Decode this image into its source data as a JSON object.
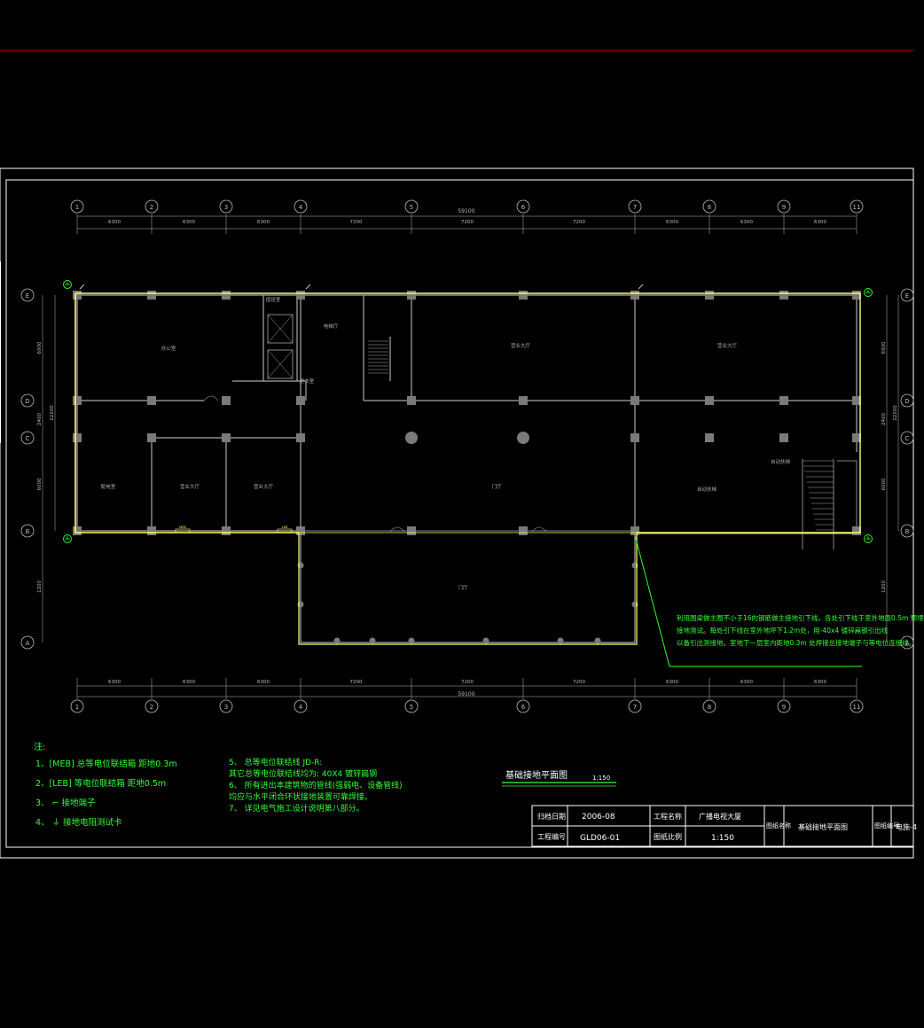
{
  "colors": {
    "background": "#000000",
    "frame": "#ffffff",
    "wall": "#a8a8a8",
    "column": "#7a7a7a",
    "grounding": "#ffff66",
    "annotation": "#33ff33",
    "top_rule": "#cc0000",
    "axis": "#bbbbbb"
  },
  "axes": {
    "top_labels": [
      "1",
      "2",
      "3",
      "4",
      "5",
      "6",
      "7",
      "8",
      "9",
      "11"
    ],
    "bottom_labels": [
      "1",
      "2",
      "3",
      "4",
      "5",
      "6",
      "7",
      "8",
      "9",
      "11"
    ],
    "side_labels": [
      "E",
      "D",
      "C",
      "B",
      "A"
    ],
    "top_dims": [
      "6300",
      "6300",
      "6300",
      "7200",
      "7200",
      "7200",
      "6300",
      "6300",
      "6300"
    ],
    "bottom_dims": [
      "6300",
      "6300",
      "6300",
      "7200",
      "7200",
      "7200",
      "6300",
      "6300",
      "6300"
    ],
    "total_top": "59100",
    "total_bottom": "59100",
    "left_dims": [
      "6900",
      "2400",
      "6000",
      "1200"
    ],
    "left_total": "22200",
    "right_dims": [
      "6900",
      "2400",
      "6000",
      "1200"
    ],
    "right_total": "22200"
  },
  "rooms": [
    {
      "label": "办公室"
    },
    {
      "label": "电梯厅"
    },
    {
      "label": "营业大厅"
    },
    {
      "label": "营业大厅"
    },
    {
      "label": "值班室"
    },
    {
      "label": "更衣室"
    },
    {
      "label": "配电室"
    },
    {
      "label": "营业大厅"
    },
    {
      "label": "营业大厅"
    },
    {
      "label": "门厅"
    },
    {
      "label": "自动扶梯"
    }
  ],
  "plan_labels": {
    "bar1": "MEB",
    "bar2": "LEB"
  },
  "annotation_text": [
    "利用圈梁做主圈不小于16的钢筋做主接地引下线，各处引下线于室外地面0.5m 预埋",
    "接地测试。每处引下线在室外地坪下1.2m处，用-40x4 镀锌扁钢引出线",
    "以备引出测接地。室地下一层室内距地0.3m 处焊接总接地端子与等电位连接线。"
  ],
  "notes": {
    "title": "注:",
    "items": [
      "1、[MEB]  总等电位联结箱    距地0.3m",
      "2、[LEB]  等电位联结箱      距地0.5m",
      "3、 ⌐    接地端子",
      "4、 ⏚    接地电阻测试卡"
    ],
    "items2": [
      "5、  总等电位联结线 JD-R:",
      "      其它总等电位联结线均为: 40X4  镀锌扁钢",
      "6、  所有进出本建筑物的管线(强弱电、设备管线)",
      "      均应与水平闭合环状接地装置可靠焊接。",
      "7、  详见电气施工设计说明第八部分。"
    ]
  },
  "drawing": {
    "title": "基础接地平面图",
    "scale": "1:150"
  },
  "title_block": {
    "archive_date_label": "归档日期",
    "archive_date": "2006-08",
    "project_name_label": "工程名称",
    "project_name": "广播电视大厦",
    "drawing_name_label": "图纸名称",
    "drawing_name": "基础接地平面图",
    "drawing_no_label": "图纸编号",
    "drawing_no": "电施-4",
    "project_no_label": "工程编号",
    "project_no": "GLD06-01",
    "scale_label": "图纸比例",
    "scale": "1:150"
  }
}
